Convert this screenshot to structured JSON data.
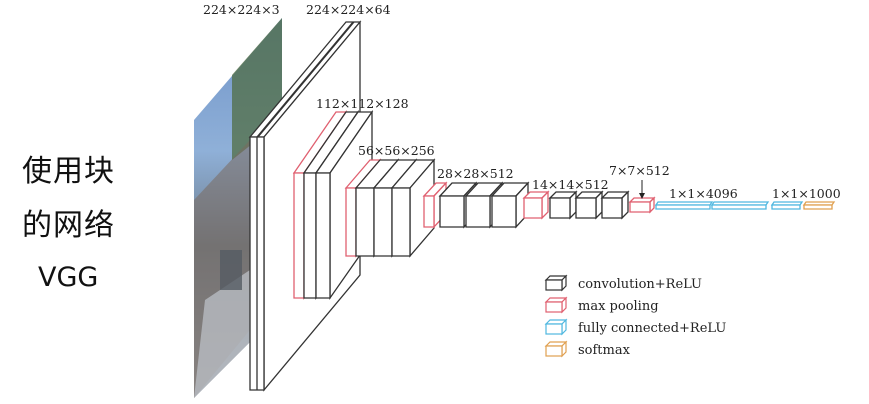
{
  "side_title": {
    "line1": "使用块",
    "line2": "的网络",
    "line3": "VGG"
  },
  "dimensions": {
    "input": "224×224×3",
    "conv1": "224×224×64",
    "conv2": "112×112×128",
    "conv3": "56×56×256",
    "conv4": "28×28×512",
    "conv5": "14×14×512",
    "pool5": "7×7×512",
    "fc": "1×1×4096",
    "softmax": "1×1×1000"
  },
  "legend": [
    {
      "label": "convolution+ReLU",
      "color": "#333333"
    },
    {
      "label": "max pooling",
      "color": "#e06070"
    },
    {
      "label": "fully connected+ReLU",
      "color": "#4fb8e0"
    },
    {
      "label": "softmax",
      "color": "#e0a050"
    }
  ],
  "colors": {
    "conv": "#333333",
    "pool": "#e06070",
    "fc": "#4fb8e0",
    "softmax": "#e0a050"
  }
}
